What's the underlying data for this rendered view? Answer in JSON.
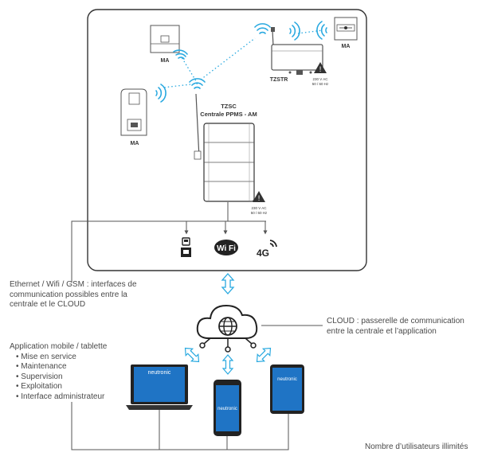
{
  "system": {
    "ma_top_label": "MA",
    "ma_left_label": "MA",
    "ma_right_label": "MA",
    "tzstr_label": "TZSTR",
    "tzsc_line1": "TZSC",
    "tzsc_line2": "Centrale PPMS - AM",
    "warning_line1_tzstr": "230 V AC",
    "warning_line2_tzstr": "50 / 60 Hz",
    "warning_line1_tzsc": "230 V AC",
    "warning_line2_tzsc": "50 / 60 Hz",
    "wifi_logo": "Wi Fi",
    "g4_logo": "4G"
  },
  "annotations": {
    "interfaces_line1": "Ethernet / Wifi / GSM : interfaces de",
    "interfaces_line2": "communication possibles entre la",
    "interfaces_line3": "centrale et le CLOUD",
    "cloud_line1": "CLOUD : passerelle de communication",
    "cloud_line2": "entre la centrale et l’application",
    "users_note": "Nombre d’utilisateurs illimités"
  },
  "app": {
    "title": "Application mobile / tablette",
    "features": [
      "Mise en service",
      "Maintenance",
      "Supervision",
      "Exploitation",
      "Interface administrateur"
    ]
  },
  "devices": {
    "brand": "neutronic"
  },
  "colors": {
    "accent": "#29a9e0",
    "line": "#555555",
    "screen": "#1f74c5"
  }
}
